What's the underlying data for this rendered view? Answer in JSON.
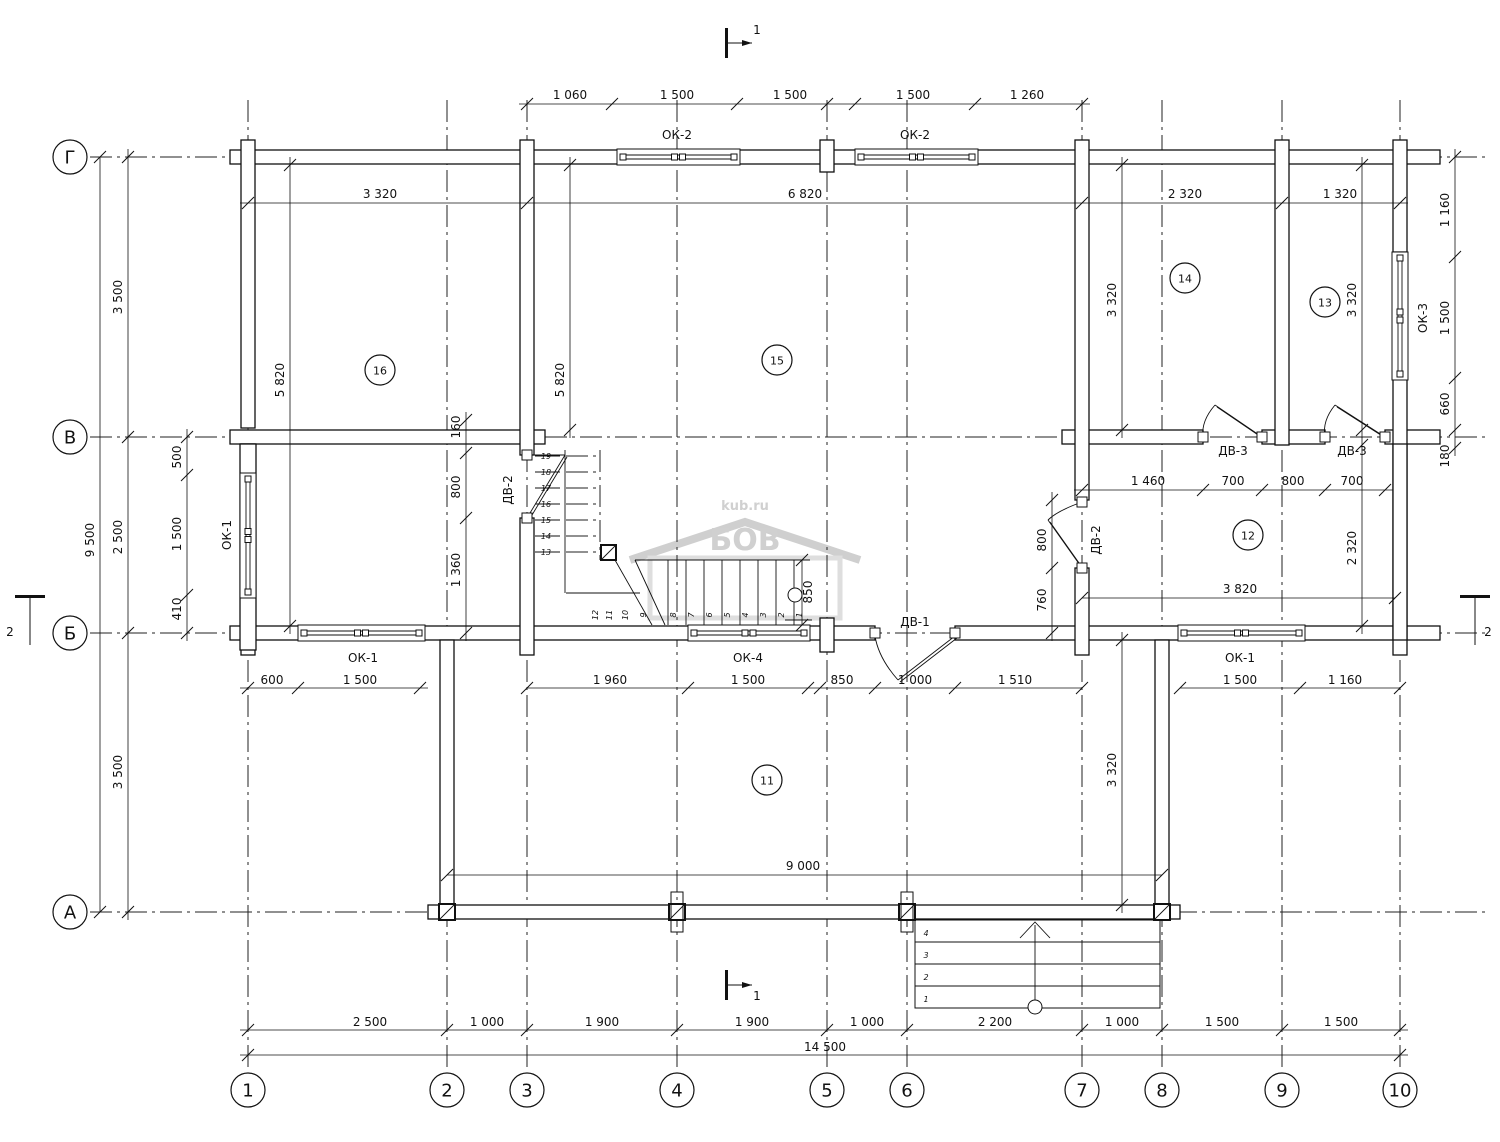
{
  "axes": {
    "columns": [
      "1",
      "2",
      "3",
      "4",
      "5",
      "6",
      "7",
      "8",
      "9",
      "10"
    ],
    "rows": [
      "Г",
      "В",
      "Б",
      "А"
    ]
  },
  "section_marks": [
    "1",
    "1",
    "2",
    "2"
  ],
  "rooms": [
    "16",
    "15",
    "14",
    "13",
    "12",
    "11"
  ],
  "openings": [
    "ОК-2",
    "ОК-2",
    "ОК-1",
    "ОК-4",
    "ДВ-1",
    "ОК-1",
    "ОК-1",
    "ОК-3",
    "ДВ-2",
    "ДВ-2",
    "ДВ-3",
    "ДВ-3"
  ],
  "dimensions": {
    "top_chain": [
      "1 060",
      "1 500",
      "1 500",
      "1 500",
      "1 260"
    ],
    "interior_top": [
      "3 320",
      "6 820",
      "2 320",
      "1 320"
    ],
    "interior_vertical": [
      "5 820",
      "5 820",
      "3 320",
      "3 320",
      "2 320",
      "3 320"
    ],
    "right_chain": [
      "1 160",
      "1 500",
      "660",
      "180"
    ],
    "left_outer": [
      "3 500",
      "2 500",
      "3 500",
      "9 500"
    ],
    "left_window": [
      "500",
      "1 500",
      "410"
    ],
    "stair_chain": [
      "160",
      "800",
      "1 360"
    ],
    "door_chain": [
      "800",
      "760"
    ],
    "room12_doors": [
      "1 460",
      "700",
      "800",
      "700"
    ],
    "room12_width": "3 820",
    "stair_gap": "850",
    "facade_b": [
      "600",
      "1 500",
      "1 960",
      "1 500",
      "850",
      "1 000",
      "1 510",
      "1 500",
      "1 160"
    ],
    "porch_width": "9 000",
    "bottom_chain": [
      "2 500",
      "1 000",
      "1 900",
      "1 900",
      "1 000",
      "2 200",
      "1 000",
      "1 500",
      "1 500"
    ],
    "overall": "14 500"
  },
  "stair_steps": [
    "19",
    "18",
    "17",
    "16",
    "15",
    "14",
    "13",
    "12",
    "11",
    "10",
    "9",
    "8",
    "7",
    "6",
    "5",
    "4",
    "3",
    "2",
    "1"
  ],
  "porch_steps": [
    "4",
    "3",
    "2",
    "1"
  ],
  "watermark": {
    "text": "БОВ",
    "subtext": "kub.ru"
  }
}
